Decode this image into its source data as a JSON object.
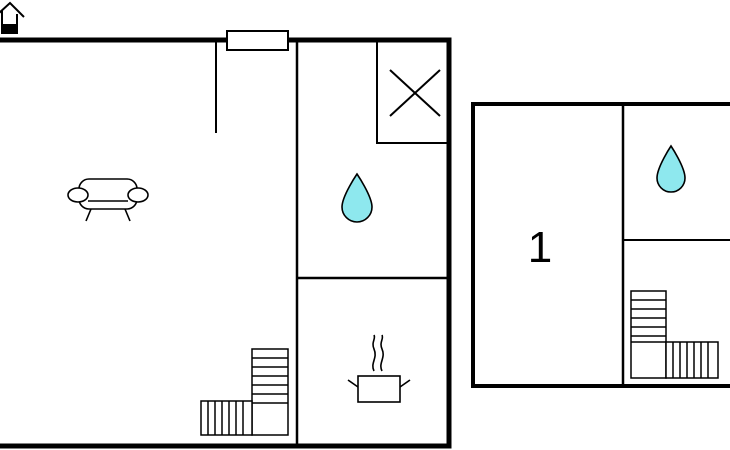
{
  "floor_plan": {
    "colors": {
      "wall": "#000000",
      "water": "#8ee8ee",
      "background": "#ffffff"
    },
    "ground_floor": {
      "rooms": [
        {
          "id": "living-room",
          "icon": "sofa-icon"
        },
        {
          "id": "shaft",
          "icon": "cross-icon"
        },
        {
          "id": "bathroom",
          "icon": "water-drop-icon"
        },
        {
          "id": "kitchen",
          "icon": "cooking-pot-icon"
        }
      ],
      "stairs": "staircase-icon",
      "entrance": "house-entrance-icon"
    },
    "upper_floor": {
      "rooms": [
        {
          "id": "bedroom",
          "label": "1"
        },
        {
          "id": "bathroom",
          "icon": "water-drop-icon"
        },
        {
          "id": "stair-landing",
          "icon": "staircase-icon"
        }
      ]
    }
  }
}
